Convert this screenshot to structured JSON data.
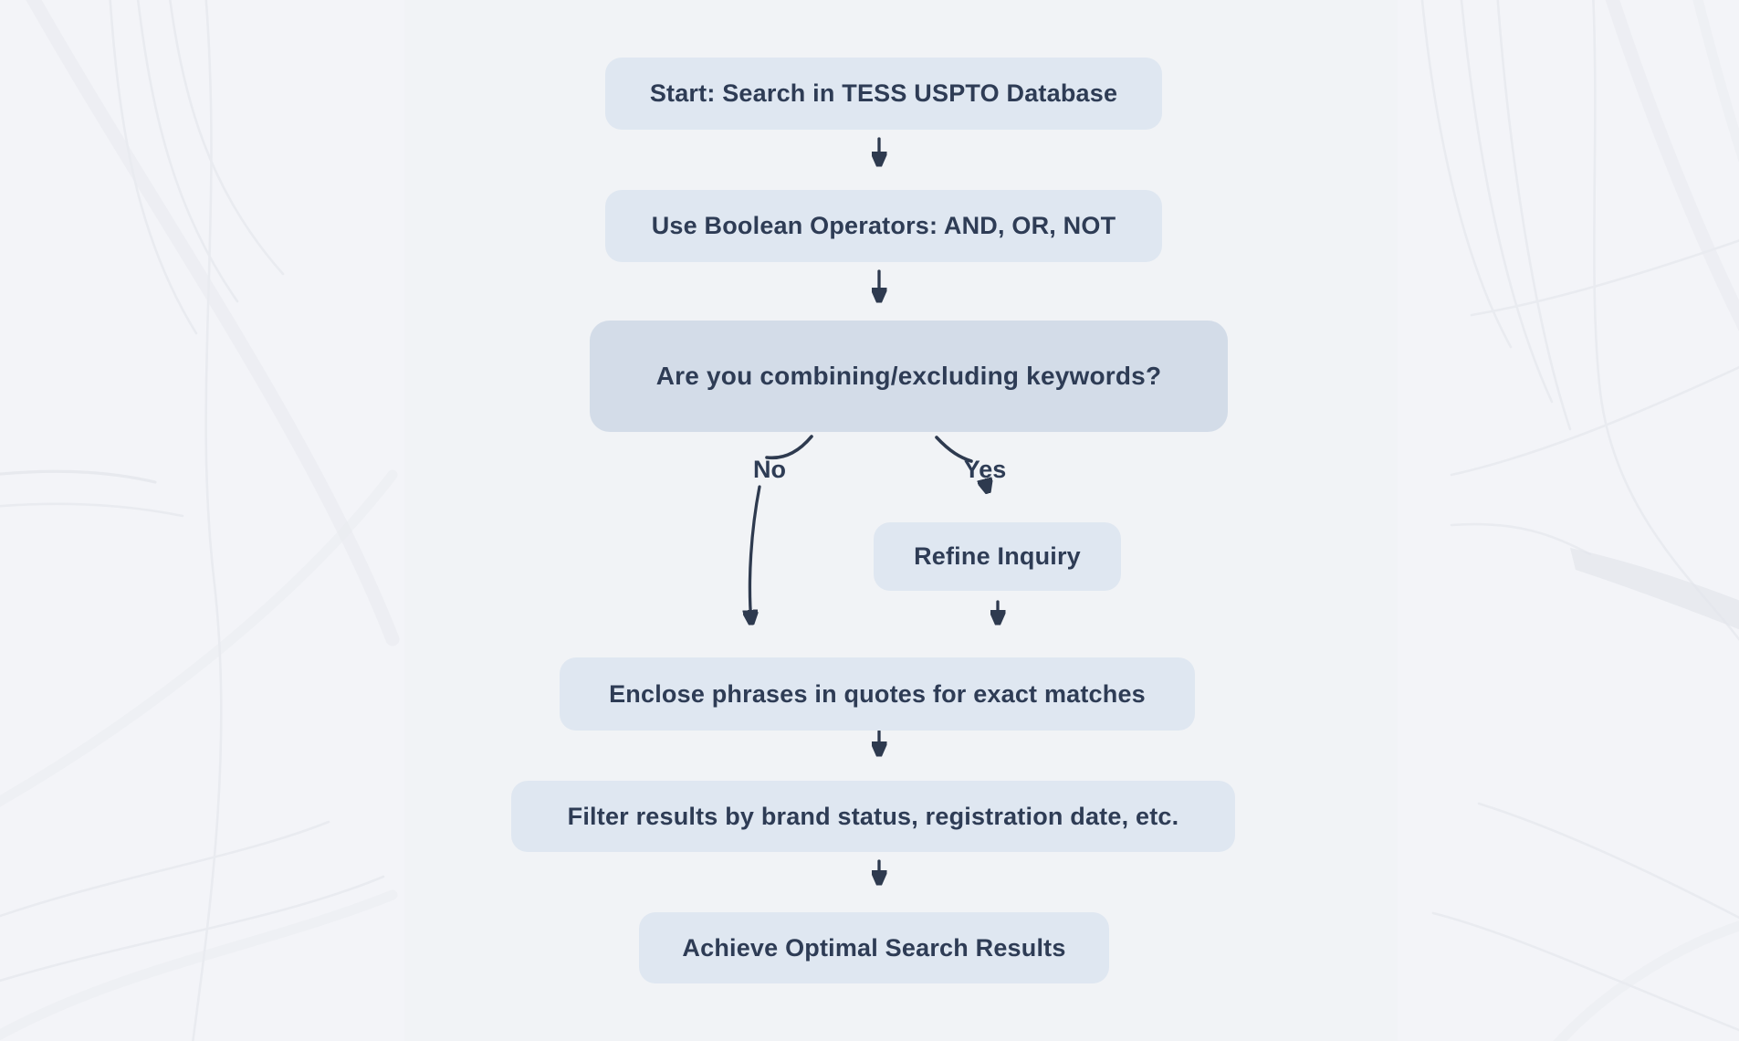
{
  "palette": {
    "bg_base": "#f2f3f7",
    "bg_side_band": "#f3f4f8",
    "bg_center_band": "#f1f3f6",
    "bg_curve_light": "#e9ebf0",
    "bg_curve_soft": "#e3e5eb",
    "node_fill": "#dfe7f1",
    "decision_fill": "#d3dce8",
    "node_text": "#2e3c55",
    "arrow_color": "#2e3a4f"
  },
  "flowchart": {
    "nodes": [
      {
        "id": "start",
        "type": "process",
        "label": "Start: Search in TESS USPTO Database"
      },
      {
        "id": "boolean-operators",
        "type": "process",
        "label": "Use Boolean Operators: AND, OR, NOT"
      },
      {
        "id": "combining-keywords",
        "type": "decision",
        "label": "Are you combining/excluding keywords?"
      },
      {
        "id": "refine-inquiry",
        "type": "process",
        "label": "Refine Inquiry"
      },
      {
        "id": "enclose-phrases",
        "type": "process",
        "label": "Enclose phrases in quotes for exact matches"
      },
      {
        "id": "filter-results",
        "type": "process",
        "label": "Filter results by brand status, registration date, etc."
      },
      {
        "id": "achieve-results",
        "type": "process",
        "label": "Achieve Optimal Search Results"
      }
    ],
    "edges": {
      "no_label": "No",
      "yes_label": "Yes"
    }
  }
}
